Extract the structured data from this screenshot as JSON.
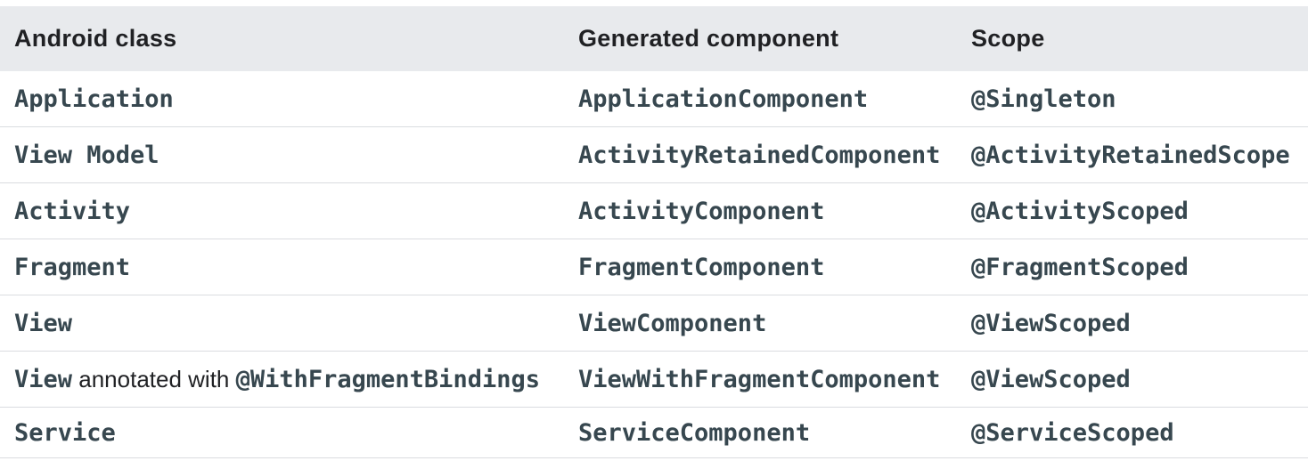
{
  "table": {
    "columns": [
      "Android class",
      "Generated component",
      "Scope"
    ],
    "rows": [
      {
        "android_class": [
          {
            "text": "Application",
            "mono": true
          }
        ],
        "generated_component": "ApplicationComponent",
        "scope": "@Singleton"
      },
      {
        "android_class": [
          {
            "text": "View Model",
            "mono": true
          }
        ],
        "generated_component": "ActivityRetainedComponent",
        "scope": "@ActivityRetainedScope"
      },
      {
        "android_class": [
          {
            "text": "Activity",
            "mono": true
          }
        ],
        "generated_component": "ActivityComponent",
        "scope": "@ActivityScoped"
      },
      {
        "android_class": [
          {
            "text": "Fragment",
            "mono": true
          }
        ],
        "generated_component": "FragmentComponent",
        "scope": "@FragmentScoped"
      },
      {
        "android_class": [
          {
            "text": "View",
            "mono": true
          }
        ],
        "generated_component": "ViewComponent",
        "scope": "@ViewScoped"
      },
      {
        "android_class": [
          {
            "text": "View",
            "mono": true
          },
          {
            "text": " annotated with ",
            "mono": false
          },
          {
            "text": "@WithFragmentBindings",
            "mono": true
          }
        ],
        "generated_component": "ViewWithFragmentComponent",
        "scope": "@ViewScoped"
      },
      {
        "android_class": [
          {
            "text": "Service",
            "mono": true
          }
        ],
        "generated_component": "ServiceComponent",
        "scope": "@ServiceScoped"
      }
    ]
  },
  "colors": {
    "header_background": "#e8eaed",
    "header_text": "#202124",
    "body_text": "#202124",
    "code_text": "#37474f",
    "row_border": "#dadce0",
    "page_background": "#ffffff"
  }
}
